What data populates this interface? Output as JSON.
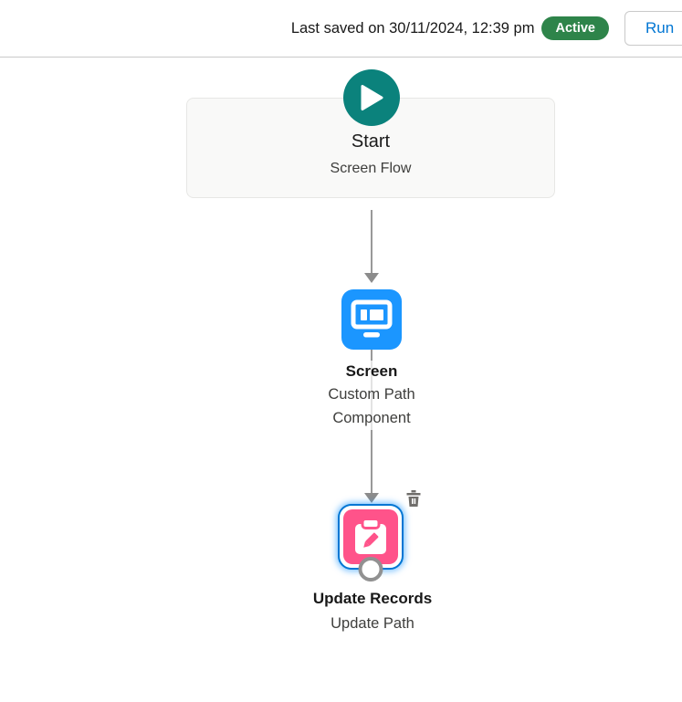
{
  "header": {
    "last_saved": "Last saved on 30/11/2024, 12:39 pm",
    "status_badge": {
      "label": "Active",
      "color": "#2e844a"
    },
    "run_button": "Run"
  },
  "canvas": {
    "nodes": [
      {
        "id": "start",
        "title": "Start",
        "subtitle": "Screen Flow",
        "icon": "play-icon",
        "color": "#0b827c"
      },
      {
        "id": "screen",
        "title": "Screen",
        "subtitle": "Custom Path Component",
        "icon": "screen-icon",
        "color": "#1b96ff"
      },
      {
        "id": "update-records",
        "title": "Update Records",
        "subtitle": "Update Path",
        "icon": "update-records-icon",
        "color": "#ff538a",
        "selected": true,
        "selection_color": "#0176d3",
        "actions": [
          "delete"
        ]
      }
    ],
    "connectors": [
      {
        "from": "start",
        "to": "screen",
        "color": "#919191"
      },
      {
        "from": "screen",
        "to": "update-records",
        "color": "#919191"
      }
    ]
  }
}
